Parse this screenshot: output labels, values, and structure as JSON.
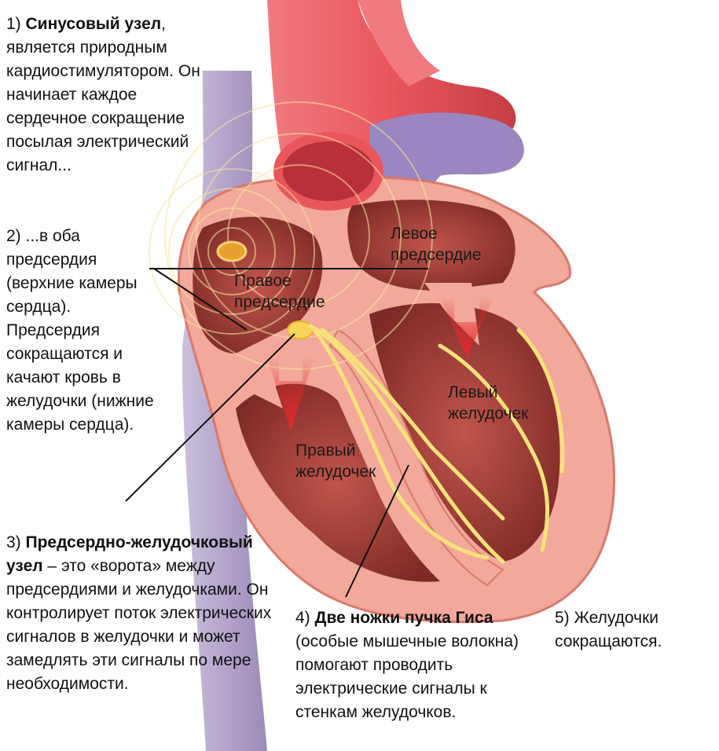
{
  "annotations": {
    "step1": {
      "num": "1) ",
      "title": "Синусовый узел",
      "text": ", является природным кардиостимулятором. Он начинает каждое сердечное сокращение посылая электрический сигнал..."
    },
    "step2": {
      "text": "2) ...в оба предсердия (верхние камеры сердца). Предсердия сокращаются и качают кровь в желудочки (нижние камеры сердца)."
    },
    "step3": {
      "num": "3) ",
      "title": "Предсердно-желудочковый узел",
      "text": " – это «ворота» между предсердиями и желудочками. Он контролирует поток электрических сигналов в желудочки и может замедлять эти сигналы по мере необходимости."
    },
    "step4": {
      "num": "4) ",
      "title": "Две ножки пучка Гиса",
      "text": " (особые мышечные волокна) помогают проводить электрические сигналы к стенкам желудочков."
    },
    "step5": {
      "text": "5) Желудочки сокращаются."
    }
  },
  "labels": {
    "left_atrium": "Левое предсердие",
    "right_atrium": "Правое предсердие",
    "left_ventricle": "Левый желудочек",
    "right_ventricle": "Правый желудочек"
  },
  "colors": {
    "muscle": "#f2a89a",
    "muscle_dark": "#d9796b",
    "interior": "#9e3b35",
    "vessel_red": "#e8565c",
    "vena_cava": "#b8aad0",
    "pulmonary": "#9a86c0",
    "conduction": "#f7e27a",
    "arrow": "#e02a2a"
  }
}
